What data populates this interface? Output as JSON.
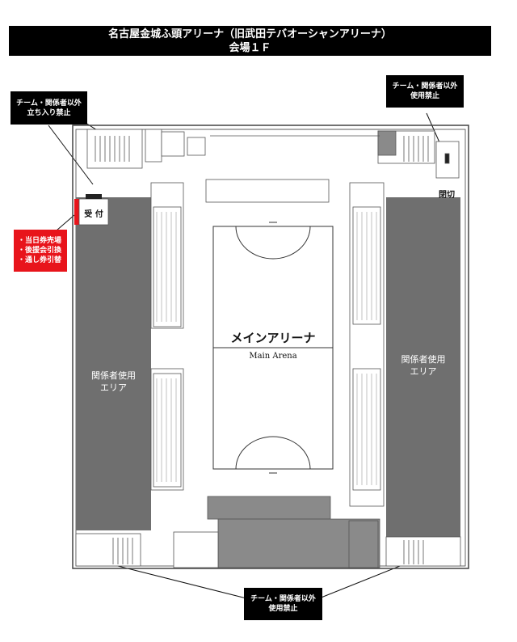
{
  "title": {
    "line1": "名古屋金城ふ頭アリーナ（旧武田テバオーシャンアリーナ）",
    "line2": "会場１Ｆ"
  },
  "callouts": {
    "top_left": {
      "line1": "チーム・関係者以外",
      "line2": "立ち入り禁止"
    },
    "top_right": {
      "line1": "チーム・関係者以外",
      "line2": "使用禁止"
    },
    "bottom": {
      "line1": "チーム・関係者以外",
      "line2": "使用禁止"
    },
    "reception": {
      "line1": "・当日券売場",
      "line2": "・後援会引換",
      "line3": "・通し券引替"
    }
  },
  "areas": {
    "reception_label": "受 付",
    "closed_label": "閉切",
    "left_staff": {
      "line1": "関係者使用",
      "line2": "エリア"
    },
    "right_staff": {
      "line1": "関係者使用",
      "line2": "エリア"
    },
    "main_arena_jp": "メインアリーナ",
    "main_arena_en": "Main Arena"
  },
  "colors": {
    "staff_area": "#6f6f6f",
    "reception": "#e8141b",
    "callout_bg": "#000000",
    "line": "#555555"
  }
}
